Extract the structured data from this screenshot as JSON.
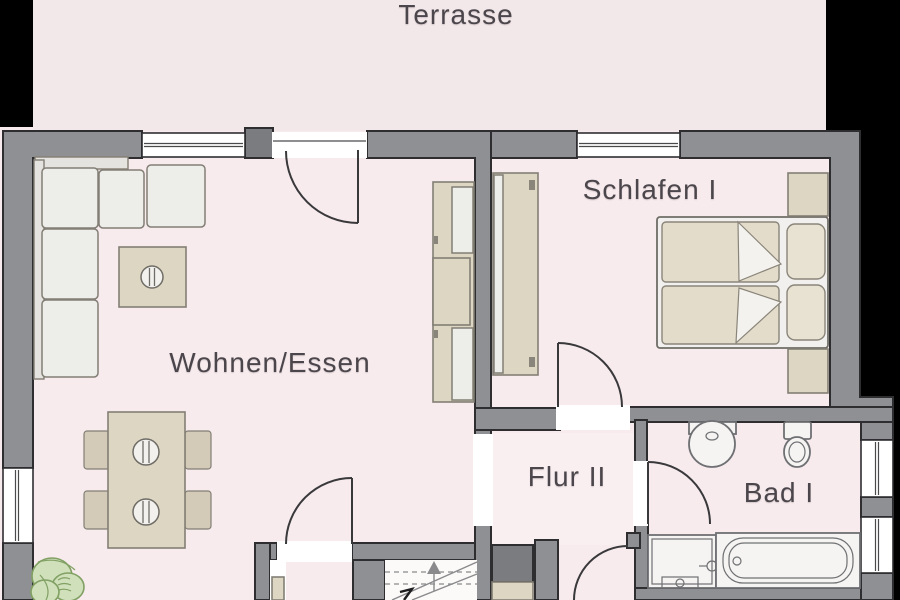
{
  "plan": {
    "type": "floor-plan",
    "language": "de"
  },
  "rooms": [
    {
      "name": "terrasse",
      "label": "Terrasse"
    },
    {
      "name": "wohnen-essen",
      "label": "Wohnen/Essen"
    },
    {
      "name": "schlafen-1",
      "label": "Schlafen I"
    },
    {
      "name": "flur-2",
      "label": "Flur II"
    },
    {
      "name": "bad-1",
      "label": "Bad I"
    }
  ],
  "furniture_icons": [
    "corner-sofa",
    "side-table",
    "dining-table",
    "dining-chair",
    "tall-cabinet",
    "wardrobe",
    "double-bed",
    "nightstand",
    "washbasin",
    "toilet",
    "shower",
    "bathtub",
    "staircase",
    "plant",
    "door-swing",
    "window"
  ],
  "colors": {
    "floor": "#f7ebed",
    "terrace": "#f2e7e9",
    "flur_patch": "#fbf3f4",
    "wall": "#8f9093",
    "wall_dark": "#7b7c80",
    "outline": "#2e2d30",
    "outside": "#000000",
    "window": "#ffffff",
    "furniture_beige": "#ddd6c3",
    "furniture_light": "#ededea",
    "furniture_stroke": "#827e74",
    "fixture": "#f5f4f2",
    "fixture_stroke": "#6f7073",
    "plant_fill": "#cfe0bb",
    "plant_stroke": "#81a063",
    "stair_detail": "#8a8a8d",
    "label_text": "#4b464b"
  }
}
